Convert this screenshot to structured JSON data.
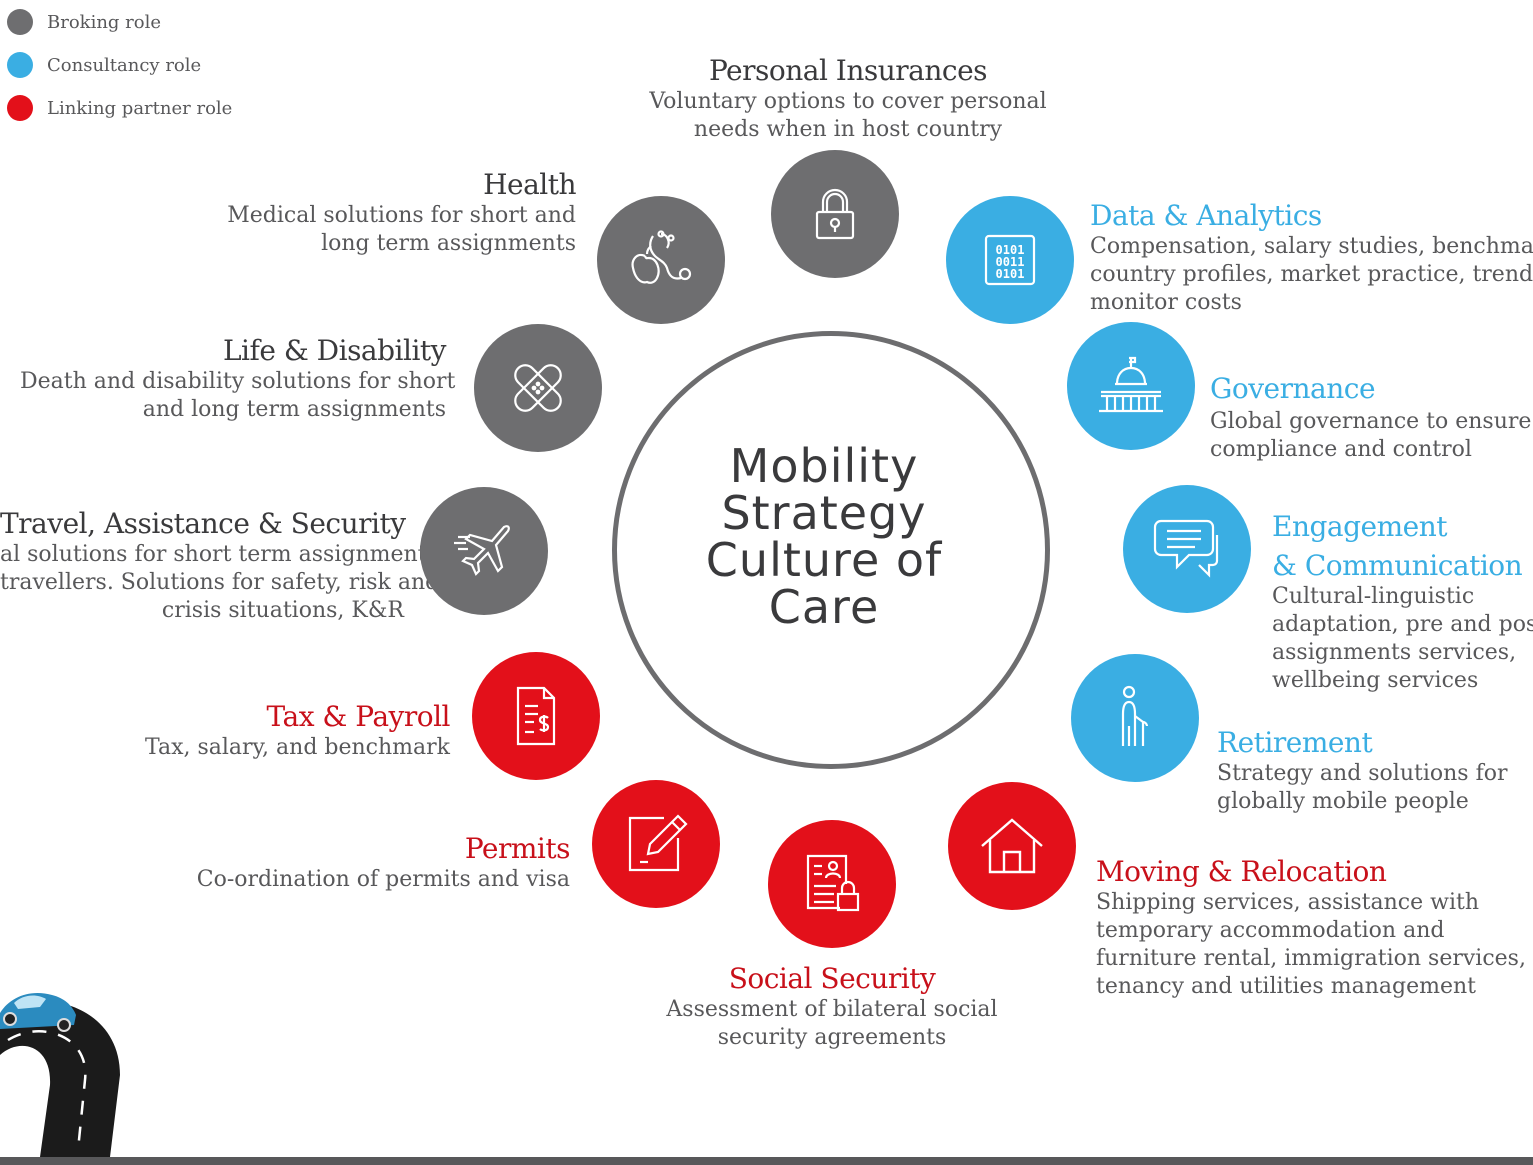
{
  "legend": [
    {
      "label": "Broking role",
      "color": "#6e6e70"
    },
    {
      "label": "Consultancy role",
      "color": "#3aaee3"
    },
    {
      "label": "Linking partner role",
      "color": "#e3101a"
    }
  ],
  "center": {
    "lines": [
      "Mobility",
      "Strategy",
      "Culture of",
      "Care"
    ]
  },
  "nodes": {
    "personal_insurances": {
      "title": "Personal Insurances",
      "desc": [
        "Voluntary options to cover personal",
        "needs when in host country"
      ],
      "role": "Broking role",
      "icon": "padlock-icon"
    },
    "health": {
      "title": "Health",
      "desc": [
        "Medical solutions for short and",
        "long term assignments"
      ],
      "role": "Broking role",
      "icon": "stethoscope-apple-icon"
    },
    "life_disability": {
      "title": "Life & Disability",
      "desc": [
        "Death and disability solutions for short",
        "and long term assignments"
      ],
      "role": "Broking role",
      "icon": "bandage-icon"
    },
    "travel": {
      "title": "Travel, Assistance & Security",
      "desc": [
        "al solutions for short term assignments",
        "travellers. Solutions for safety, risk and",
        "crisis situations, K&R"
      ],
      "role": "Broking role",
      "icon": "airplane-icon"
    },
    "tax_payroll": {
      "title": "Tax & Payroll",
      "desc": [
        "Tax, salary, and benchmark"
      ],
      "role": "Linking partner role",
      "icon": "invoice-dollar-icon"
    },
    "permits": {
      "title": "Permits",
      "desc": [
        "Co-ordination of permits and visa"
      ],
      "role": "Linking partner role",
      "icon": "document-pen-icon"
    },
    "social_security": {
      "title": "Social Security",
      "desc": [
        "Assessment of bilateral social",
        "security agreements"
      ],
      "role": "Linking partner role",
      "icon": "id-card-lock-icon"
    },
    "moving": {
      "title": "Moving & Relocation",
      "desc": [
        "Shipping services, assistance with",
        "temporary accommodation and",
        "furniture rental, immigration services,",
        "tenancy and utilities management"
      ],
      "role": "Linking partner role",
      "icon": "house-icon"
    },
    "retirement": {
      "title": "Retirement",
      "desc": [
        "Strategy and solutions for",
        "globally mobile people"
      ],
      "role": "Consultancy role",
      "icon": "elderly-person-icon"
    },
    "engagement": {
      "title": [
        "Engagement",
        "& Communication"
      ],
      "desc": [
        "Cultural-linguistic",
        "adaptation, pre and post",
        "assignments services,",
        "wellbeing services"
      ],
      "role": "Consultancy role",
      "icon": "chat-bubbles-icon"
    },
    "governance": {
      "title": "Governance",
      "desc": [
        "Global governance to ensure",
        "compliance and control"
      ],
      "role": "Consultancy role",
      "icon": "capitol-building-icon"
    },
    "data_analytics": {
      "title": "Data & Analytics",
      "desc": [
        "Compensation, salary studies, benchmark,",
        "country profiles, market practice, trends,",
        "monitor costs"
      ],
      "role": "Consultancy role",
      "icon": "binary-data-icon",
      "icon_text": [
        "0101",
        "0011",
        "0101"
      ]
    }
  }
}
